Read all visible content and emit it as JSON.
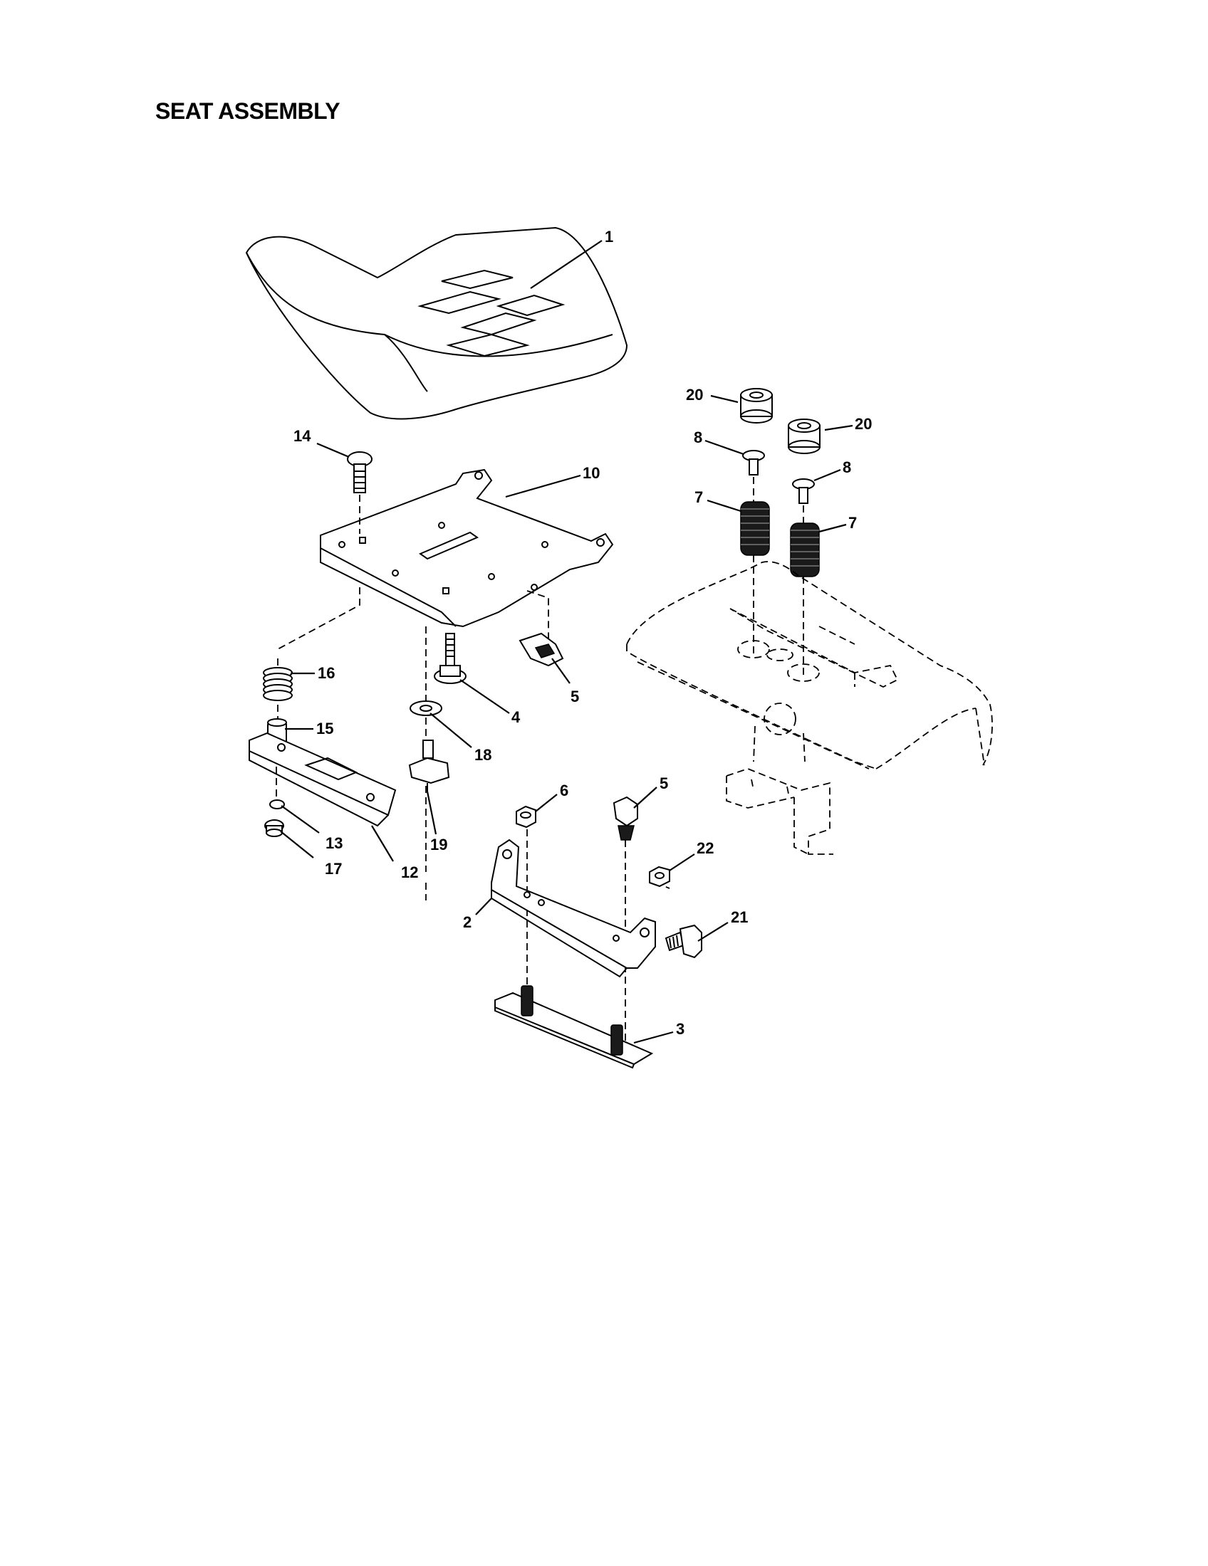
{
  "page_title": "SEAT ASSEMBLY",
  "callouts": {
    "seat": "1",
    "pivot_bracket": "2",
    "mount_plate": "3",
    "bolt_4": "4",
    "clip_5_upper": "5",
    "clip_5_lower": "5",
    "nut_6": "6",
    "spring_7_left": "7",
    "spring_7_right": "7",
    "washer_8_left": "8",
    "washer_8_right": "8",
    "seat_pan": "10",
    "slide_rail": "12",
    "part_13": "13",
    "carriage_bolt": "14",
    "spacer_15": "15",
    "spring_16": "16",
    "nut_17": "17",
    "washer_18": "18",
    "knob_19": "19",
    "bumper_20_left": "20",
    "bumper_20_right": "20",
    "shoulder_bolt_21": "21",
    "nut_22": "22"
  }
}
